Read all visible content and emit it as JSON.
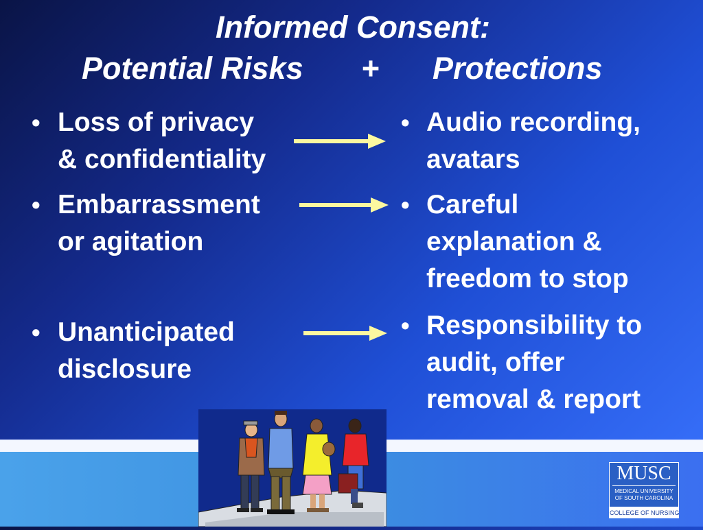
{
  "title": {
    "line1": "Informed Consent:",
    "risks_label": "Potential Risks",
    "plus": "+",
    "protections_label": "Protections"
  },
  "bullet_symbol": "•",
  "risks": [
    {
      "line1": "Loss of privacy",
      "line2": "& confidentiality"
    },
    {
      "line1": "Embarrassment",
      "line2": "or agitation"
    },
    {
      "line1": "Unanticipated",
      "line2": "disclosure"
    }
  ],
  "protections": [
    {
      "line1": "Audio recording,",
      "line2": "avatars"
    },
    {
      "line1": "Careful",
      "line2": "explanation &",
      "line3": "freedom to stop"
    },
    {
      "line1": "Responsibility to",
      "line2": "audit, offer",
      "line3": "removal & report"
    }
  ],
  "illustration": {
    "subject": "clip-art of four people standing in a line on a sidewalk"
  },
  "logo": {
    "main": "MUSC",
    "sub_line1": "MEDICAL UNIVERSITY",
    "sub_line2": "OF SOUTH CAROLINA",
    "bottom": "COLLEGE OF NURSING"
  },
  "colors": {
    "arrow": "#fcf8a0",
    "text": "#ffffff",
    "background_dark": "#0a1446",
    "background_light": "#3a74ff"
  }
}
